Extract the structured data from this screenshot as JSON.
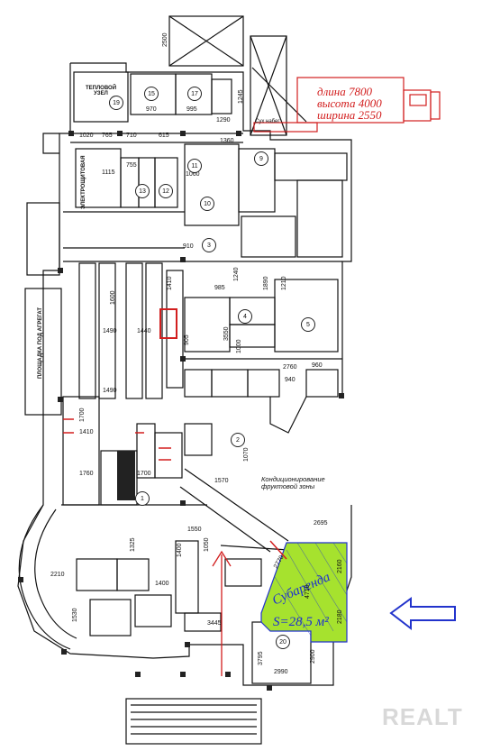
{
  "truck_specs": {
    "length": "длина 7800",
    "height": "высота 4000",
    "width": "ширина 2550"
  },
  "rooms": {
    "heat_node": "ТЕПЛОВОЙ УЗЕЛ",
    "electrical": "ЭЛЕКТРОЩИТОВАЯ",
    "unit_platform": "ПЛОЩАДКА ПОД АГРЕГАТ",
    "fruit_zone": "Кондиционирование фруктовой зоны",
    "dry_dock": "Сух набег"
  },
  "sublease": {
    "label": "Субаренда",
    "area": "S=28,5 м²"
  },
  "dimensions": {
    "d2500": "2500",
    "d970": "970",
    "d995": "995",
    "d1245": "1245",
    "d1290": "1290",
    "d1360": "1360",
    "d1020": "1020",
    "d765": "765",
    "d710": "710",
    "d615": "615",
    "d1115": "1115",
    "d755": "755",
    "d1060": "1060",
    "d910": "910",
    "d1410": "1410",
    "d985": "985",
    "d1240": "1240",
    "d1890": "1890",
    "d1210": "1210",
    "d1600": "1600",
    "d1490": "1490",
    "d1440": "1440",
    "d905": "905",
    "d3550": "3550",
    "d1000": "1000",
    "d2760": "2760",
    "d940": "940",
    "d960": "960",
    "d1700": "1700",
    "d1760": "1760",
    "d1070": "1070",
    "d1570": "1570",
    "d2695": "2695",
    "d2160": "2160",
    "d4710": "4710",
    "d2180": "2180",
    "d3795": "3795",
    "d2990": "2990",
    "d2900": "2900",
    "d3445": "3445",
    "d1550": "1550",
    "d1050": "1050",
    "d1325": "1325",
    "d1400": "1400",
    "d2210": "2210",
    "d1530": "1530",
    "d2770": "2770"
  },
  "room_numbers": [
    "19",
    "17",
    "15",
    "13",
    "12",
    "11",
    "10",
    "9",
    "3",
    "4",
    "5",
    "2",
    "1",
    "20"
  ],
  "watermark": "REALT",
  "colors": {
    "highlight_green": "#a6e22e",
    "truck_red": "#d21e1e",
    "arrow_blue": "#2233cc",
    "line": "#111111"
  }
}
